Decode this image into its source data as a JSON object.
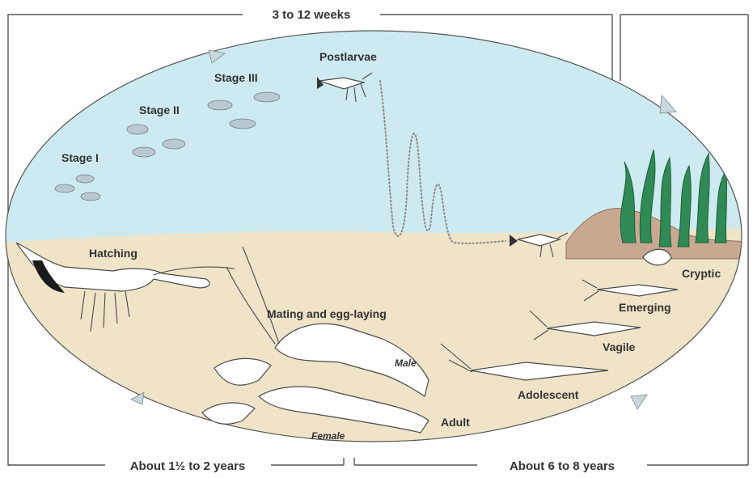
{
  "title": "3 to 12 weeks",
  "bottom_left_duration": "About 1½ to 2 years",
  "bottom_right_duration": "About 6 to 8 years",
  "stages": {
    "stage1": "Stage I",
    "stage2": "Stage II",
    "stage3": "Stage III",
    "postlarvae": "Postlarvae",
    "hatching": "Hatching",
    "mating": "Mating and egg-laying",
    "male": "Male",
    "female": "Female",
    "adult": "Adult",
    "adolescent": "Adolescent",
    "vagile": "Vagile",
    "emerging": "Emerging",
    "cryptic": "Cryptic"
  },
  "colors": {
    "water": "#cdeaf0",
    "sediment": "#efe3c8",
    "seaweed": "#2f8a55",
    "rock": "#c9a892",
    "egg_mass": "#1a1a1a"
  }
}
